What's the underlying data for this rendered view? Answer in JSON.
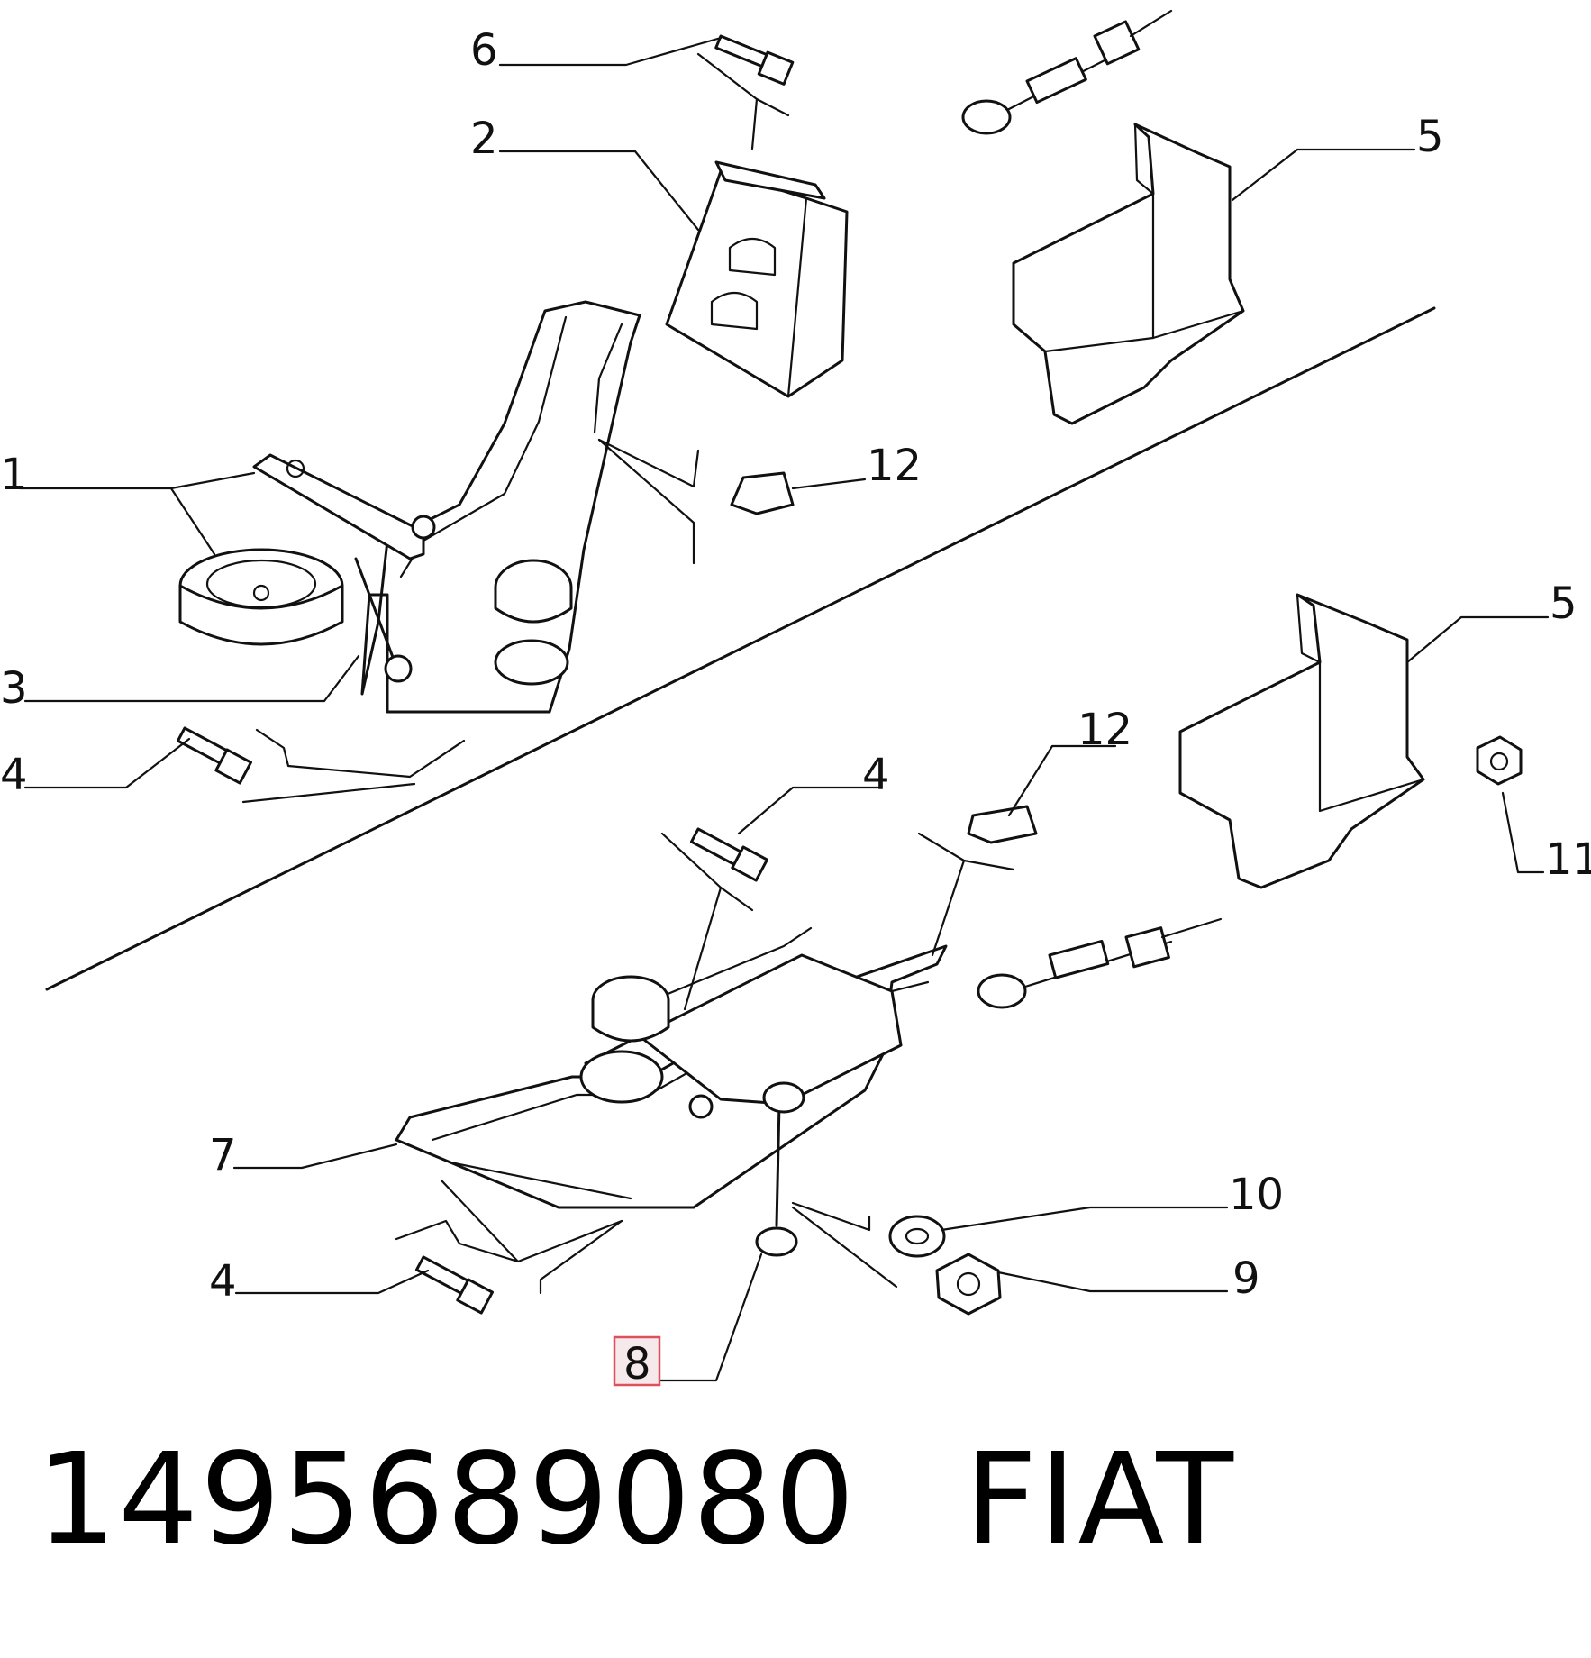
{
  "callouts": {
    "c1": "1",
    "c2": "2",
    "c3": "3",
    "c4a": "4",
    "c4b": "4",
    "c4c": "4",
    "c5a": "5",
    "c5b": "5",
    "c6": "6",
    "c7": "7",
    "c8": "8",
    "c9": "9",
    "c10": "10",
    "c11": "11",
    "c12a": "12",
    "c12b": "12"
  },
  "footer": {
    "part_number": "1495689080",
    "brand": "FIAT"
  },
  "colors": {
    "line": "#111111",
    "highlight_border": "#e0505c",
    "highlight_fill": "#f6e9ec"
  },
  "selected_callout": "8"
}
